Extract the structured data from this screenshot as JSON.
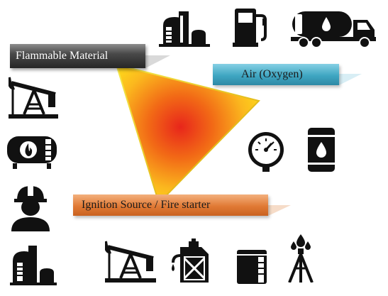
{
  "labels": {
    "flammable_material": "Flammable Material",
    "air": "Air (Oxygen)",
    "ignition": "Ignition Source / Fire starter"
  },
  "icons": [
    "refinery-tank-icon",
    "fuel-pump-icon",
    "tanker-truck-icon",
    "pumpjack-icon",
    "storage-tank-flame-icon",
    "worker-hard-hat-icon",
    "pressure-gauge-icon",
    "oil-barrel-icon",
    "refinery-tank-icon",
    "pumpjack-icon",
    "jerry-can-icon",
    "storage-silo-icon",
    "oil-gusher-icon"
  ],
  "colors": {
    "flammable": "#262626",
    "air": "#3fa6c2",
    "ignition": "#e17a35",
    "triangle_center": "#e8261b",
    "triangle_edge": "#ffe21a"
  }
}
